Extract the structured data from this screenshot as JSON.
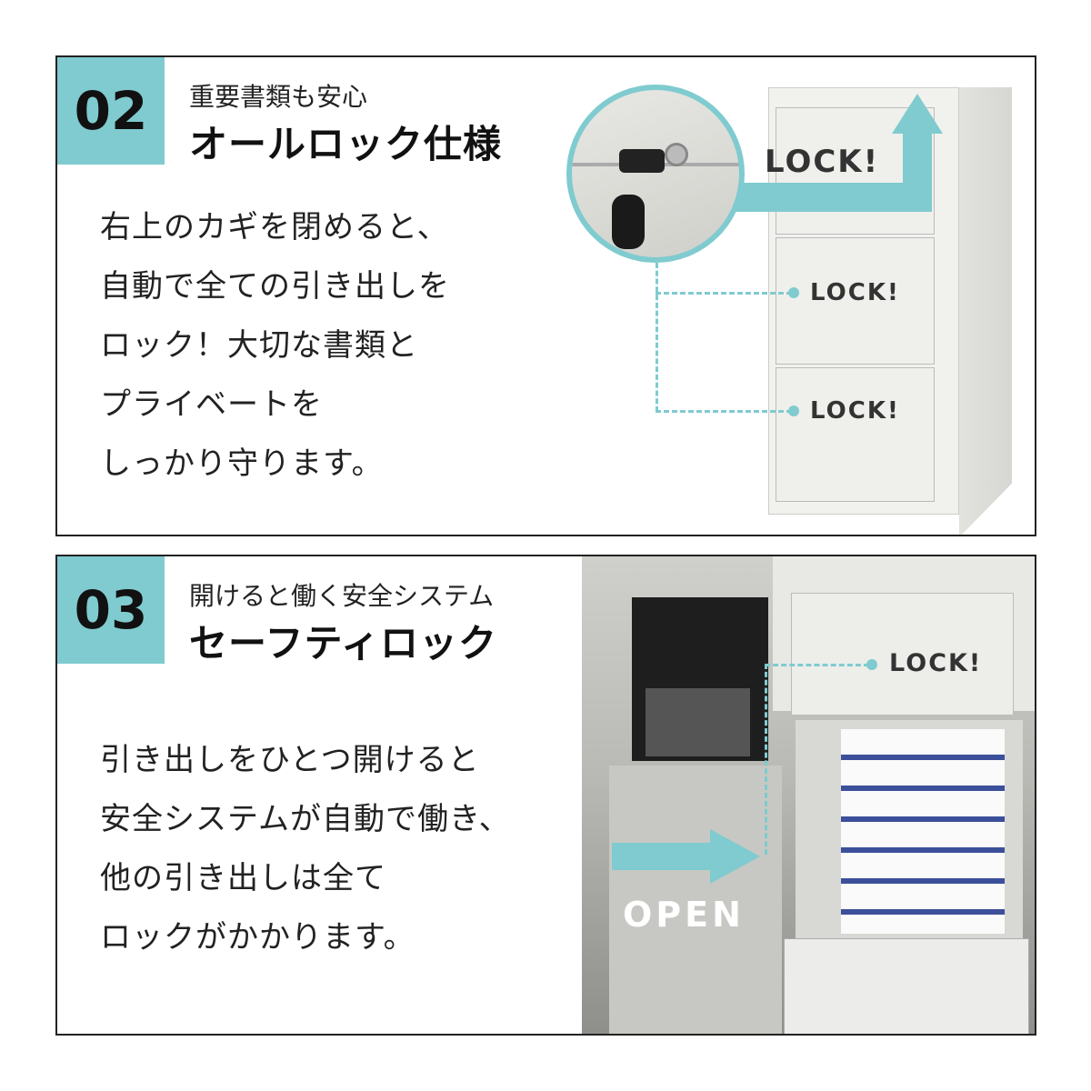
{
  "section1": {
    "number": "02",
    "subtitle": "重要書類も安心",
    "title": "オールロック仕様",
    "body": [
      "右上のカギを閉めると、",
      "自動で全ての引き出しを",
      "ロック！大切な書類と",
      "プライベートを",
      "しっかり守ります。"
    ],
    "lock_labels": [
      "LOCK!",
      "LOCK!",
      "LOCK!"
    ]
  },
  "section2": {
    "number": "03",
    "subtitle": "開けると働く安全システム",
    "title": "セーフティロック",
    "body": [
      "引き出しをひとつ開けると",
      "安全システムが自動で働き、",
      "他の引き出しは全て",
      "ロックがかかります。"
    ],
    "lock_label": "LOCK!",
    "open_label": "OPEN"
  },
  "colors": {
    "accent": "#7fcbcf",
    "border": "#222222"
  }
}
